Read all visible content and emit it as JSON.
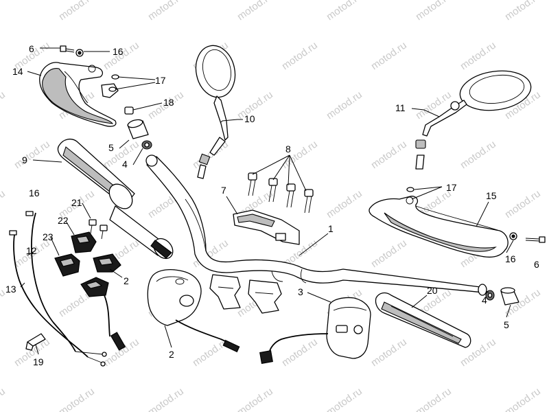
{
  "watermark": "motod.ru",
  "callouts": {
    "c1": "1",
    "c2a": "2",
    "c2b": "2",
    "c3": "3",
    "c4a": "4",
    "c4b": "4",
    "c5a": "5",
    "c5b": "5",
    "c6a": "6",
    "c6b": "6",
    "c7": "7",
    "c8": "8",
    "c9": "9",
    "c10": "10",
    "c11": "11",
    "c12": "12",
    "c13": "13",
    "c14": "14",
    "c15": "15",
    "c16a": "16",
    "c16b": "16",
    "c16c": "16",
    "c17a": "17",
    "c17b": "17",
    "c18": "18",
    "c19": "19",
    "c20": "20",
    "c21": "21",
    "c22": "22",
    "c23": "23"
  }
}
